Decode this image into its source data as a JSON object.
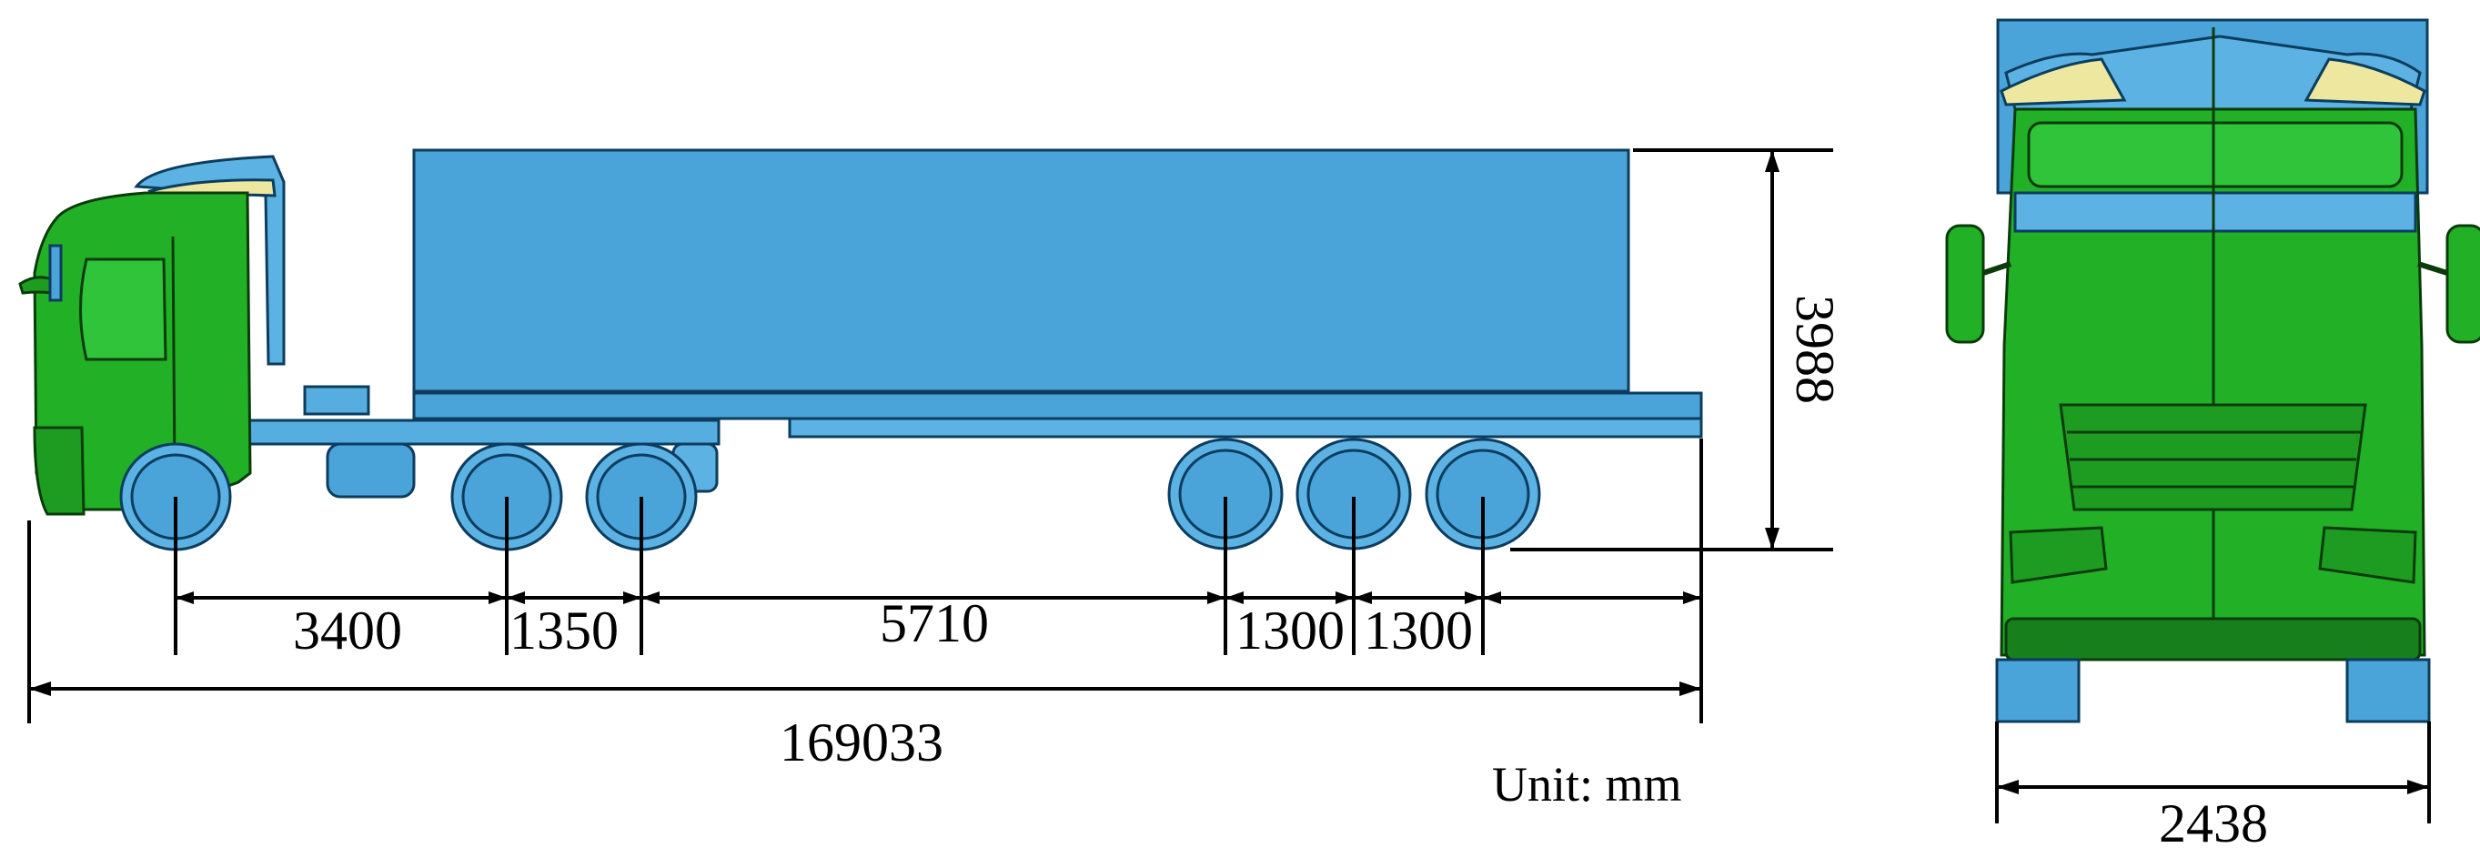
{
  "diagram": {
    "side_view": {
      "dimensions": {
        "wheelbase_front": "3400",
        "tandem_drive_spacing": "1350",
        "kingpin_to_trailer_axle": "5710",
        "trailer_axle_spacing_1": "1300",
        "trailer_axle_spacing_2": "1300",
        "overall_length": "169033",
        "height": "3988"
      },
      "unit_label": "Unit: mm"
    },
    "front_view": {
      "dimensions": {
        "width": "2438"
      }
    },
    "colors": {
      "cab_green": "#22b026",
      "trailer_blue": "#4aa3d9",
      "cab_top_yellow": "#ede7a0"
    }
  }
}
